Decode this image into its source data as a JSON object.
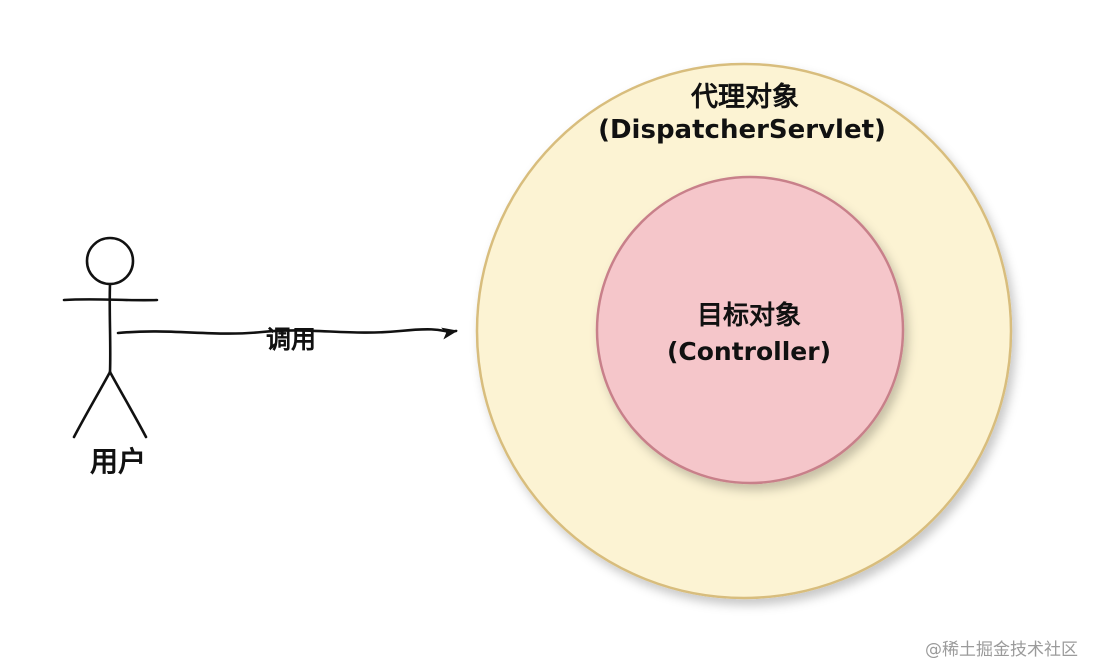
{
  "diagram": {
    "actor": {
      "label": "用户"
    },
    "arrow": {
      "label": "调用"
    },
    "outer_circle": {
      "title": "代理对象",
      "subtitle": "(DispatcherServlet)",
      "fill": "#fcf3d3",
      "stroke": "#d8bd7d"
    },
    "inner_circle": {
      "title": "目标对象",
      "subtitle": "(Controller)",
      "fill": "#f5c6ca",
      "stroke": "#c8808a"
    },
    "watermark": "@稀土掘金技术社区"
  }
}
